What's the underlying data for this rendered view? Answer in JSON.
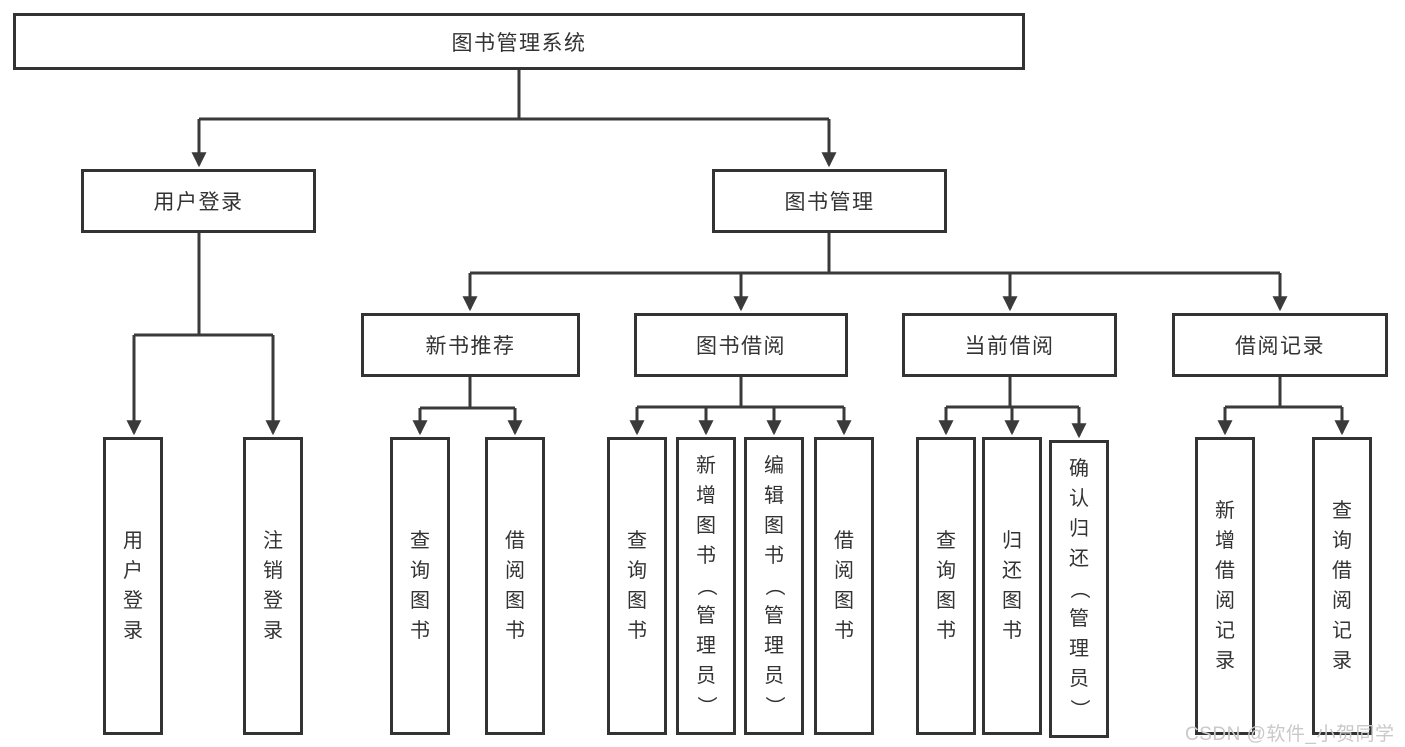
{
  "nodes": {
    "root": {
      "label": "图书管理系统"
    },
    "user_login": {
      "label": "用户登录",
      "children": [
        "用户登录",
        "注销登录"
      ]
    },
    "book_mgmt": {
      "label": "图书管理"
    },
    "new_book": {
      "label": "新书推荐",
      "children": [
        "查询图书",
        "借阅图书"
      ]
    },
    "book_borrow": {
      "label": "图书借阅",
      "children": [
        "查询图书",
        "新增图书（管理员）",
        "编辑图书（管理员）",
        "借阅图书"
      ]
    },
    "current_borrow": {
      "label": "当前借阅",
      "children": [
        "查询图书",
        "归还图书",
        "确认归还（管理员）"
      ]
    },
    "borrow_records": {
      "label": "借阅记录",
      "children": [
        "新增借阅记录",
        "查询借阅记录"
      ]
    }
  },
  "watermark": "CSDN @软件_小贺同学",
  "colors": {
    "line": "#3a3a3a",
    "box-border": "#333333",
    "box-fill": "#ffffff",
    "text": "#333333",
    "watermark": "#c9c9c9"
  }
}
